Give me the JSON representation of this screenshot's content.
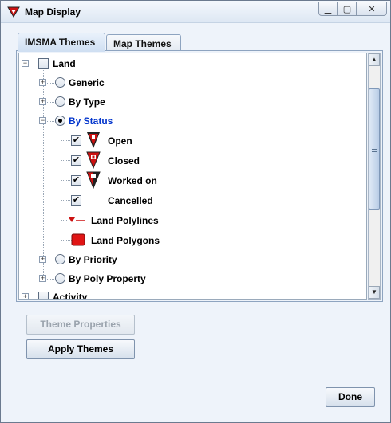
{
  "window": {
    "title": "Map Display",
    "minimize_glyph": "▁",
    "maximize_glyph": "▢",
    "close_glyph": "✕"
  },
  "tabs": [
    {
      "label": "IMSMA Themes",
      "active": true
    },
    {
      "label": "Map Themes",
      "active": false
    }
  ],
  "tree": {
    "land": {
      "label": "Land",
      "expander": "−"
    },
    "generic": {
      "label": "Generic",
      "expander": "+"
    },
    "by_type": {
      "label": "By Type",
      "expander": "+"
    },
    "by_status": {
      "label": "By Status",
      "expander": "−",
      "color": "#0033cc"
    },
    "open": {
      "label": "Open",
      "check": "✔"
    },
    "closed": {
      "label": "Closed",
      "check": "✔"
    },
    "worked_on": {
      "label": "Worked on",
      "check": "✔"
    },
    "cancelled": {
      "label": "Cancelled",
      "check": "✔"
    },
    "land_polylines": {
      "label": "Land Polylines"
    },
    "land_polygons": {
      "label": "Land Polygons"
    },
    "by_priority": {
      "label": "By Priority",
      "expander": "+"
    },
    "by_poly_property": {
      "label": "By Poly Property",
      "expander": "+"
    },
    "activity": {
      "label": "Activity",
      "expander": "+"
    }
  },
  "scrollbar": {
    "up_glyph": "▲",
    "down_glyph": "▼"
  },
  "buttons": {
    "theme_properties": "Theme Properties",
    "apply_themes": "Apply Themes",
    "done": "Done"
  },
  "colors": {
    "marker_red": "#cc1111",
    "marker_dark": "#222222",
    "polygon_red": "#e01515"
  }
}
